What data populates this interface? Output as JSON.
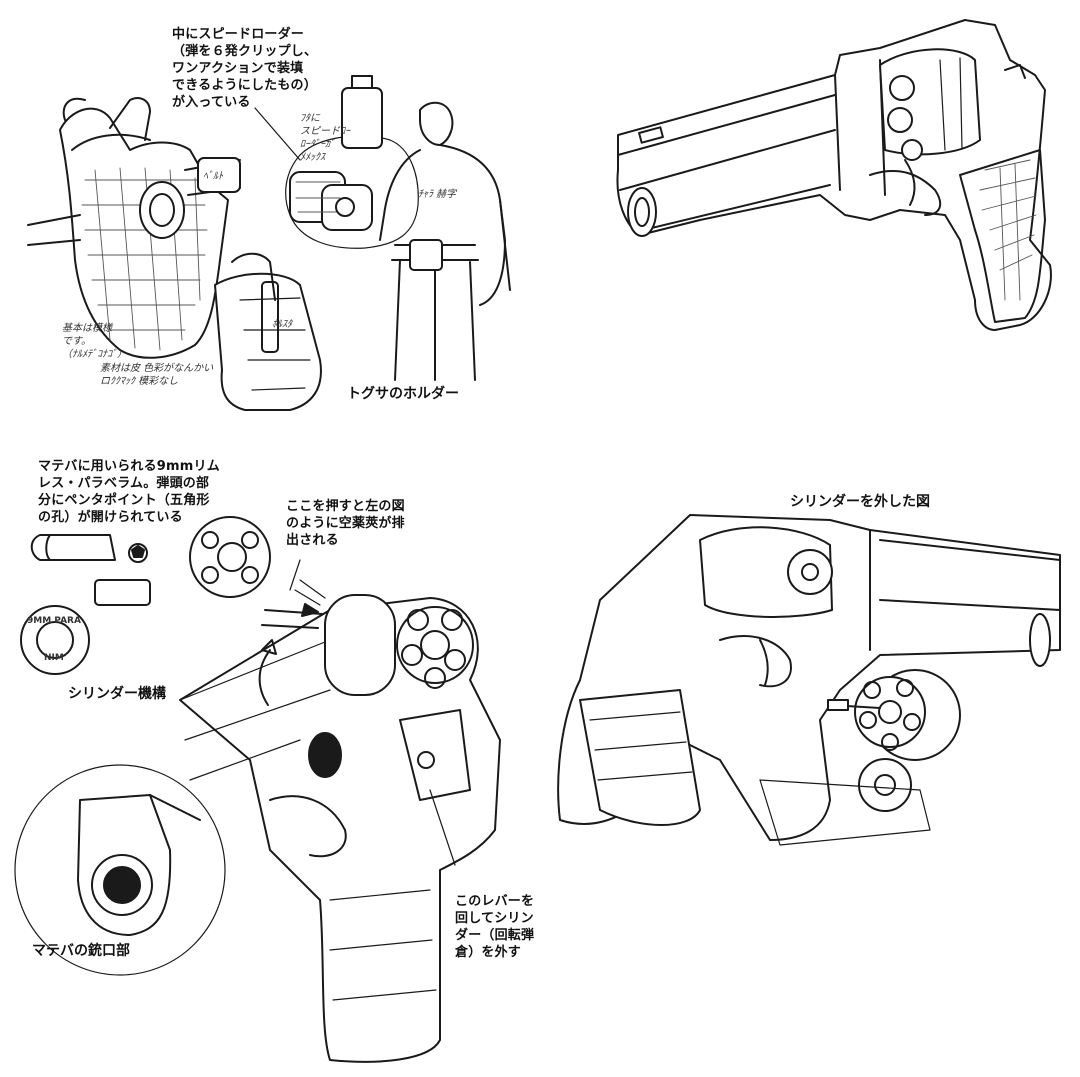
{
  "notes": {
    "speedloader": "中にスピードローダー\n（弾を６発クリップし、\nワンアクションで装填\nできるようにしたもの）\nが入っている",
    "holster_caption": "トグサのホルダー",
    "ammo": "マテバに用いられる9mmリム\nレス・パラベラム。弾頭の部\n分にペンタポイント（五角形\nの孔）が開けられている",
    "cylinder_caption": "シリンダー機構",
    "push_here": "ここを押すと左の図\nのように空薬莢が排\n出される",
    "muzzle_caption": "マテバの銃口部",
    "lever": "このレバーを\n回してシリン\nダー（回転弾\n倉）を外す",
    "cylinder_removed": "シリンダーを外した図"
  },
  "handwritten": {
    "pouch_note": "ﾌﾀに\nスピードﾛｰ\nﾛｰﾀﾞｰｶﾞ\nﾒﾒｯｸｽ",
    "figure_note": "ﾁｬﾗ 赫字",
    "holster_note_1": "基本は模様\nです。\n（ﾅﾙﾒﾃﾞｺﾅｺﾞ）",
    "holster_note_2": "素材は皮 色彩がなんかい\nロｸｸﾏｯｸ 模彩なし",
    "strap_tag": "ﾍﾞﾙﾄ",
    "side_tag": "ﾎﾙｽﾀ"
  },
  "cartridge_stamp": {
    "top": "9MM PARA",
    "bottom": "NIM"
  }
}
